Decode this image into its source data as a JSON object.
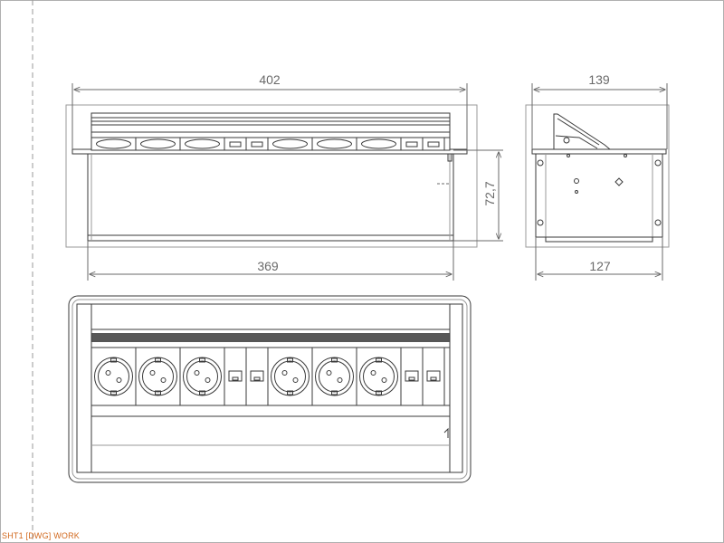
{
  "dimensions": {
    "front_overall_width": "402",
    "front_box_width": "369",
    "front_height": "72,7",
    "side_overall_depth": "139",
    "side_box_depth": "127"
  },
  "sheet_label": "SHT1 [DWG] WORK",
  "colors": {
    "line": "#3a3a3a",
    "light_line": "#9a9a9a",
    "dim_line": "#6a6a6a",
    "panel_fill": "#f7f7f7",
    "socket_fill": "#e6e6e6",
    "sheet_label": "#d2691e"
  },
  "modules": [
    "schuko-socket",
    "schuko-socket",
    "schuko-socket",
    "rj45-port",
    "rj45-port",
    "schuko-socket",
    "schuko-socket",
    "schuko-socket",
    "rj45-port",
    "rj45-port"
  ]
}
